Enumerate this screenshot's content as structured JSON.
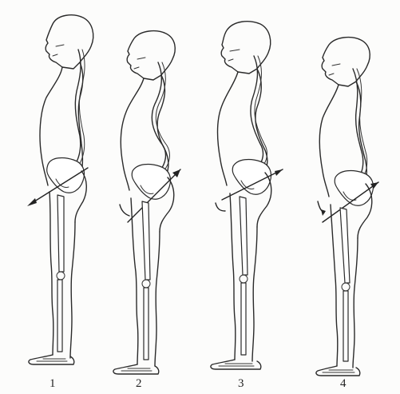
{
  "figure": {
    "labels": [
      "1",
      "2",
      "3",
      "4"
    ]
  }
}
